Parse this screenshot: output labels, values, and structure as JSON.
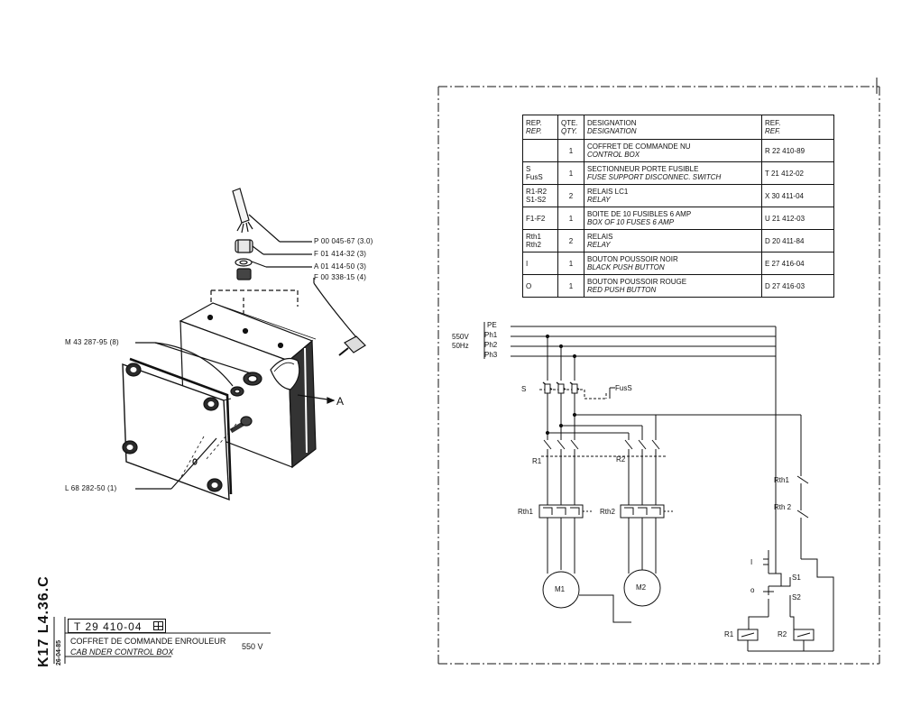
{
  "parts_labels": {
    "p1": "P 00 045-67 (3.0)",
    "p2": "F 01 414-32 (3)",
    "p3": "A 01 414-50 (3)",
    "p4": "F 00 338-15 (4)",
    "p5": "M 43 287-95 (8)",
    "p6": "L 68 282-50 (1)",
    "assembly": "A"
  },
  "parts_table": {
    "headers": [
      {
        "fr": "REP.",
        "en": "REP."
      },
      {
        "fr": "QTE.",
        "en": "QTY."
      },
      {
        "fr": "DESIGNATION",
        "en": "DESIGNATION"
      },
      {
        "fr": "REF.",
        "en": "REF."
      }
    ],
    "rows": [
      {
        "rep1": "",
        "rep2": "",
        "qty": "1",
        "fr": "COFFRET DE COMMANDE NU",
        "en": "CONTROL BOX",
        "ref": "R 22 410-89"
      },
      {
        "rep1": "S",
        "rep2": "FusS",
        "qty": "1",
        "fr": "SECTIONNEUR PORTE FUSIBLE",
        "en": "FUSE SUPPORT DISCONNEC. SWITCH",
        "ref": "T 21 412-02"
      },
      {
        "rep1": "R1-R2",
        "rep2": "S1-S2",
        "qty": "2",
        "fr": "RELAIS  LC1",
        "en": "RELAY",
        "ref": "X 30 411-04"
      },
      {
        "rep1": "F1-F2",
        "rep2": "",
        "qty": "1",
        "fr": "BOITE DE 10 FUSIBLES 6 AMP",
        "en": "BOX OF 10 FUSES 6 AMP",
        "ref": "U 21 412-03"
      },
      {
        "rep1": "Rth1",
        "rep2": "Rth2",
        "qty": "2",
        "fr": "RELAIS",
        "en": "RELAY",
        "ref": "D 20 411-84"
      },
      {
        "rep1": "I",
        "rep2": "",
        "qty": "1",
        "fr": "BOUTON POUSSOIR NOIR",
        "en": "BLACK PUSH BUTTON",
        "ref": "E 27 416-04"
      },
      {
        "rep1": "O",
        "rep2": "",
        "qty": "1",
        "fr": "BOUTON POUSSOIR ROUGE",
        "en": "RED PUSH BUTTON",
        "ref": "D 27 416-03"
      }
    ]
  },
  "circuit": {
    "pe": "PE",
    "ph1": "Ph1",
    "ph2": "Ph2",
    "ph3": "Ph3",
    "voltage": "550V",
    "freq": "50Hz",
    "s": "S",
    "fuss": "FusS",
    "r1": "R1",
    "r2": "R2",
    "rth1": "Rth1",
    "rth2": "Rth2",
    "rth1_contact": "Rth1",
    "rth2_contact": "Rth 2",
    "m1": "M1",
    "m2": "M2",
    "i": "I",
    "o": "o",
    "s1": "S1",
    "s2": "S2",
    "r1_coil": "R1",
    "r2_coil": "R2"
  },
  "title_block": {
    "vertical_code": "K17 L4.36.C",
    "date": "26-04-85",
    "code": "T 29 410-04",
    "title_fr": "COFFRET DE COMMANDE ENROULEUR",
    "title_en": "CAB   NDER CONTROL BOX",
    "voltage": "550 V"
  }
}
